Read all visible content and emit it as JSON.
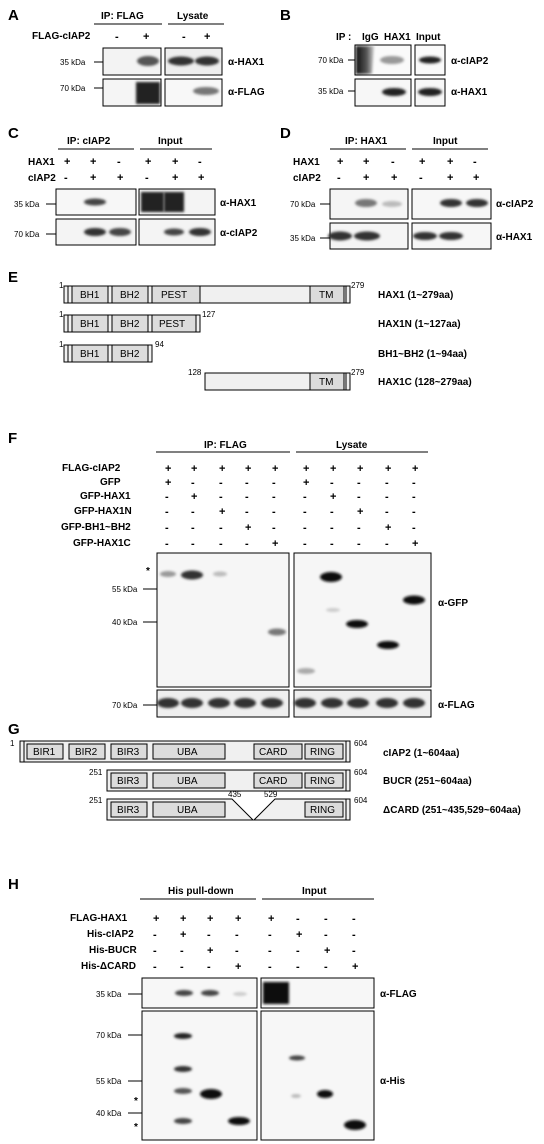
{
  "panels": {
    "A": {
      "letter": "A",
      "ip_header": "IP: FLAG",
      "lysate_header": "Lysate",
      "row": "FLAG-cIAP2",
      "signs": [
        "-",
        "+",
        "-",
        "+"
      ],
      "markers": [
        "35 kDa",
        "70 kDa"
      ],
      "antibodies": [
        "α-HAX1",
        "α-FLAG"
      ]
    },
    "B": {
      "letter": "B",
      "ip_label": "IP :",
      "col_igg": "IgG",
      "col_hax1": "HAX1",
      "col_input": "Input",
      "markers": [
        "70 kDa",
        "35 kDa"
      ],
      "antibodies": [
        "α-cIAP2",
        "α-HAX1"
      ]
    },
    "C": {
      "letter": "C",
      "ip_header": "IP: cIAP2",
      "input_header": "Input",
      "rows": [
        {
          "label": "HAX1",
          "signs": [
            "+",
            "+",
            "-",
            "+",
            "+",
            "-"
          ]
        },
        {
          "label": "cIAP2",
          "signs": [
            "-",
            "+",
            "+",
            "-",
            "+",
            "+"
          ]
        }
      ],
      "markers": [
        "35 kDa",
        "70 kDa"
      ],
      "antibodies": [
        "α-HAX1",
        "α-cIAP2"
      ]
    },
    "D": {
      "letter": "D",
      "ip_header": "IP: HAX1",
      "input_header": "Input",
      "rows": [
        {
          "label": "HAX1",
          "signs": [
            "+",
            "+",
            "-",
            "+",
            "+",
            "-"
          ]
        },
        {
          "label": "cIAP2",
          "signs": [
            "-",
            "+",
            "+",
            "-",
            "+",
            "+"
          ]
        }
      ],
      "markers": [
        "70 kDa",
        "35 kDa"
      ],
      "antibodies": [
        "α-cIAP2",
        "α-HAX1"
      ]
    },
    "E": {
      "letter": "E",
      "constructs": [
        {
          "start": "1",
          "end": "279",
          "domains": [
            "BH1",
            "BH2",
            "PEST",
            "TM"
          ],
          "label": "HAX1 (1~279aa)"
        },
        {
          "start": "1",
          "end": "127",
          "domains": [
            "BH1",
            "BH2",
            "PEST"
          ],
          "label": "HAX1N (1~127aa)"
        },
        {
          "start": "1",
          "end": "94",
          "domains": [
            "BH1",
            "BH2"
          ],
          "label": "BH1~BH2 (1~94aa)"
        },
        {
          "start": "128",
          "end": "279",
          "domains": [
            "TM"
          ],
          "label": "HAX1C (128~279aa)"
        }
      ]
    },
    "F": {
      "letter": "F",
      "ip_header": "IP: FLAG",
      "lysate_header": "Lysate",
      "rows": [
        {
          "label": "FLAG-cIAP2",
          "signs": [
            "+",
            "+",
            "+",
            "+",
            "+",
            "+",
            "+",
            "+",
            "+",
            "+"
          ]
        },
        {
          "label": "GFP",
          "signs": [
            "+",
            "-",
            "-",
            "-",
            "-",
            "+",
            "-",
            "-",
            "-",
            "-"
          ]
        },
        {
          "label": "GFP-HAX1",
          "signs": [
            "-",
            "+",
            "-",
            "-",
            "-",
            "-",
            "+",
            "-",
            "-",
            "-"
          ]
        },
        {
          "label": "GFP-HAX1N",
          "signs": [
            "-",
            "-",
            "+",
            "-",
            "-",
            "-",
            "-",
            "+",
            "-",
            "-"
          ]
        },
        {
          "label": "GFP-BH1~BH2",
          "signs": [
            "-",
            "-",
            "-",
            "+",
            "-",
            "-",
            "-",
            "-",
            "+",
            "-"
          ]
        },
        {
          "label": "GFP-HAX1C",
          "signs": [
            "-",
            "-",
            "-",
            "-",
            "+",
            "-",
            "-",
            "-",
            "-",
            "+"
          ]
        }
      ],
      "asterisk": "*",
      "markers": [
        "55 kDa",
        "40 kDa",
        "70 kDa"
      ],
      "antibodies": [
        "α-GFP",
        "α-FLAG"
      ]
    },
    "G": {
      "letter": "G",
      "constructs": [
        {
          "start": "1",
          "end": "604",
          "domains": [
            "BIR1",
            "BIR2",
            "BIR3",
            "UBA",
            "CARD",
            "RING"
          ],
          "label": "cIAP2 (1~604aa)"
        },
        {
          "start": "251",
          "end": "604",
          "domains": [
            "BIR3",
            "UBA",
            "CARD",
            "RING"
          ],
          "label": "BUCR (251~604aa)"
        },
        {
          "start": "251",
          "end": "604",
          "domains": [
            "BIR3",
            "UBA",
            "RING"
          ],
          "label": "ΔCARD (251~435,529~604aa)",
          "gap": [
            "435",
            "529"
          ]
        }
      ]
    },
    "H": {
      "letter": "H",
      "pull_header": "His pull-down",
      "input_header": "Input",
      "rows": [
        {
          "label": "FLAG-HAX1",
          "signs": [
            "+",
            "+",
            "+",
            "+",
            "+",
            "-",
            "-",
            "-"
          ]
        },
        {
          "label": "His-cIAP2",
          "signs": [
            "-",
            "+",
            "-",
            "-",
            "-",
            "+",
            "-",
            "-"
          ]
        },
        {
          "label": "His-BUCR",
          "signs": [
            "-",
            "-",
            "+",
            "-",
            "-",
            "-",
            "+",
            "-"
          ]
        },
        {
          "label": "His-ΔCARD",
          "signs": [
            "-",
            "-",
            "-",
            "+",
            "-",
            "-",
            "-",
            "+"
          ]
        }
      ],
      "asterisks": [
        "*",
        "*"
      ],
      "markers": [
        "35 kDa",
        "70 kDa",
        "55 kDa",
        "40 kDa"
      ],
      "antibodies": [
        "α-FLAG",
        "α-His"
      ]
    }
  }
}
